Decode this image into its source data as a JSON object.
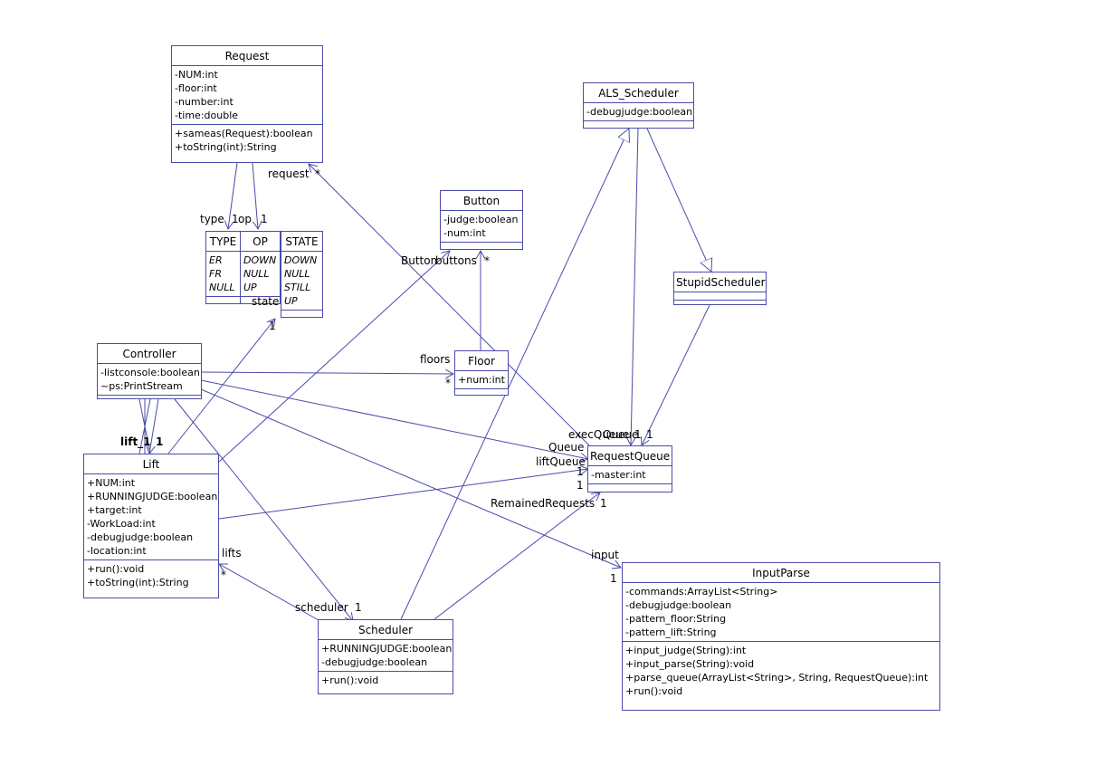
{
  "classes": {
    "request": {
      "name": "Request",
      "attrs": [
        "-NUM:int",
        "-floor:int",
        "-number:int",
        "-time:double"
      ],
      "ops": [
        "+sameas(Request):boolean",
        "+toString(int):String"
      ]
    },
    "type": {
      "name": "TYPE",
      "literals": [
        "ER",
        "FR",
        "NULL"
      ]
    },
    "op": {
      "name": "OP",
      "literals": [
        "DOWN",
        "NULL",
        "UP"
      ]
    },
    "state": {
      "name": "STATE",
      "literals": [
        "DOWN",
        "NULL",
        "STILL",
        "UP"
      ]
    },
    "button": {
      "name": "Button",
      "attrs": [
        "-judge:boolean",
        "-num:int"
      ]
    },
    "als": {
      "name": "ALS_Scheduler",
      "attrs": [
        "-debugjudge:boolean"
      ]
    },
    "stupid": {
      "name": "StupidScheduler"
    },
    "controller": {
      "name": "Controller",
      "attrs": [
        "-listconsole:boolean",
        "~ps:PrintStream"
      ]
    },
    "floor": {
      "name": "Floor",
      "attrs": [
        "+num:int"
      ]
    },
    "lift": {
      "name": "Lift",
      "attrs": [
        "+NUM:int",
        "+RUNNINGJUDGE:boolean",
        "+target:int",
        "-WorkLoad:int",
        "-debugjudge:boolean",
        "-location:int"
      ],
      "ops": [
        "+run():void",
        "+toString(int):String"
      ]
    },
    "requestqueue": {
      "name": "RequestQueue",
      "attrs": [
        "-master:int"
      ]
    },
    "scheduler": {
      "name": "Scheduler",
      "attrs": [
        "+RUNNINGJUDGE:boolean",
        "-debugjudge:boolean"
      ],
      "ops": [
        "+run():void"
      ]
    },
    "inputparse": {
      "name": "InputParse",
      "attrs": [
        "-commands:ArrayList<String>",
        "-debugjudge:boolean",
        "-pattern_floor:String",
        "-pattern_lift:String"
      ],
      "ops": [
        "+input_judge(String):int",
        "+input_parse(String):void",
        "+parse_queue(ArrayList<String>, String, RequestQueue):int",
        "+run():void"
      ]
    }
  },
  "labels": {
    "request": "request",
    "request_mult": "*",
    "type": "type",
    "type_mult": "1",
    "op": "op",
    "op_mult": "1",
    "state": "state",
    "state_mult": "1",
    "button_role": "Button",
    "buttons": "buttons",
    "buttons_mult": "*",
    "floors": "floors",
    "floors_mult": "*",
    "exec_queue": "execQueue",
    "queue_top": "Queue",
    "queue_mult_a": "1",
    "queue_mult_b": "1",
    "queue": "Queue",
    "lift_queue": "liftQueue",
    "lift_queue_mult_a": "1",
    "lift_queue_mult_b": "1",
    "remained": "RemainedRequests",
    "remained_mult": "1",
    "input": "input",
    "input_mult": "1",
    "lifts": "lifts",
    "lifts_mult": "*",
    "scheduler": "scheduler",
    "scheduler_mult": "1",
    "lift_ends": "lift_1",
    "lift_ends_mult": "1"
  }
}
